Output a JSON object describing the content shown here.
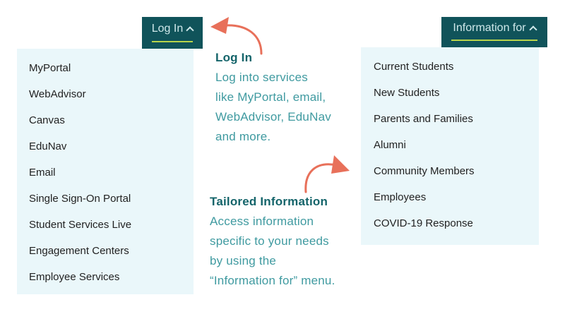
{
  "colors": {
    "button_bg": "#10535a",
    "button_text": "#cfe8ea",
    "underline": "#b8d44a",
    "panel_bg": "#eaf7fa",
    "menu_text": "#222222",
    "callout_title": "#14646a",
    "callout_text": "#3f9aa0",
    "arrow": "#e8705a"
  },
  "login_menu": {
    "button_label": "Log In",
    "icon": "chevron-up-icon",
    "items": [
      {
        "label": "MyPortal"
      },
      {
        "label": "WebAdvisor"
      },
      {
        "label": "Canvas"
      },
      {
        "label": "EduNav"
      },
      {
        "label": "Email"
      },
      {
        "label": "Single Sign-On Portal"
      },
      {
        "label": "Student Services Live"
      },
      {
        "label": "Engagement Centers"
      },
      {
        "label": "Employee Services"
      }
    ]
  },
  "info_menu": {
    "button_label": "Information for",
    "icon": "chevron-up-icon",
    "items": [
      {
        "label": "Current Students"
      },
      {
        "label": "New Students"
      },
      {
        "label": "Parents and Families"
      },
      {
        "label": "Alumni"
      },
      {
        "label": "Community Members"
      },
      {
        "label": "Employees"
      },
      {
        "label": "COVID-19 Response"
      }
    ]
  },
  "callouts": {
    "login": {
      "title": "Log In",
      "lines": [
        "Log into services",
        "like MyPortal, email,",
        "WebAdvisor, EduNav",
        "and more."
      ]
    },
    "info": {
      "title": "Tailored Information",
      "lines": [
        "Access information",
        "specific to your needs",
        "by using the",
        "“Information for” menu."
      ]
    }
  }
}
